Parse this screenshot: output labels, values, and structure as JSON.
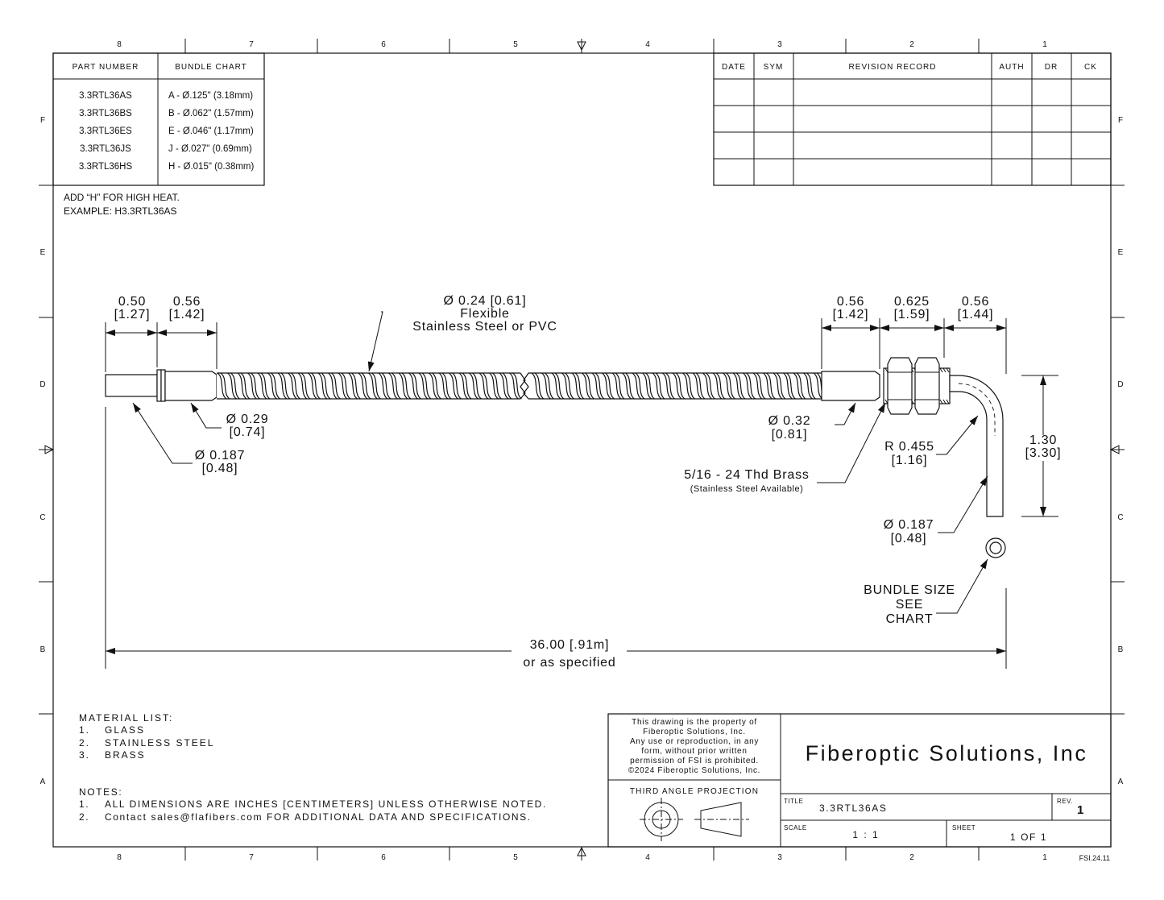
{
  "zone_columns": [
    "8",
    "7",
    "6",
    "5",
    "4",
    "3",
    "2",
    "1"
  ],
  "zone_rows": [
    "F",
    "E",
    "D",
    "C",
    "B",
    "A"
  ],
  "bundle_table": {
    "headers": [
      "PART NUMBER",
      "BUNDLE CHART"
    ],
    "rows": [
      [
        "3.3RTL36AS",
        "A - Ø.125\" (3.18mm)"
      ],
      [
        "3.3RTL36BS",
        "B - Ø.062\" (1.57mm)"
      ],
      [
        "3.3RTL36ES",
        "E - Ø.046\" (1.17mm)"
      ],
      [
        "3.3RTL36JS",
        "J  - Ø.027\" (0.69mm)"
      ],
      [
        "3.3RTL36HS",
        "H - Ø.015\" (0.38mm)"
      ]
    ]
  },
  "revision_table": {
    "headers": [
      "DATE",
      "SYM",
      "REVISION RECORD",
      "AUTH",
      "DR",
      "CK"
    ]
  },
  "high_heat_note": [
    "ADD “H” FOR HIGH HEAT.",
    "EXAMPLE: H3.3RTL36AS"
  ],
  "dims": {
    "d050": [
      "0.50",
      "[1.27]"
    ],
    "d056a": [
      "0.56",
      "[1.42]"
    ],
    "d024": [
      "Ø 0.24 [0.61]",
      "Flexible",
      "Stainless Steel or PVC"
    ],
    "d029": [
      "Ø 0.29",
      "[0.74]"
    ],
    "d0187a": [
      "Ø 0.187",
      "[0.48]"
    ],
    "d056b": [
      "0.56",
      "[1.42]"
    ],
    "d0625": [
      "0.625",
      "[1.59]"
    ],
    "d056c": [
      "0.56",
      "[1.44]"
    ],
    "d032": [
      "Ø 0.32",
      "[0.81]"
    ],
    "thread": [
      "5/16 - 24 Thd Brass",
      "(Stainless Steel Available)"
    ],
    "radius": [
      "R 0.455",
      "[1.16]"
    ],
    "d130": [
      "1.30",
      "[3.30]"
    ],
    "d0187b": [
      "Ø 0.187",
      "[0.48]"
    ],
    "bundle": [
      "BUNDLE SIZE",
      "SEE",
      "CHART"
    ],
    "length": [
      "36.00 [.91m]",
      "or as specified"
    ]
  },
  "material_list": {
    "title": "MATERIAL LIST:",
    "items": [
      [
        "1.",
        "GLASS"
      ],
      [
        "2.",
        "STAINLESS STEEL"
      ],
      [
        "3.",
        "BRASS"
      ]
    ]
  },
  "notes": {
    "title": "NOTES:",
    "items": [
      [
        "1.",
        "ALL DIMENSIONS ARE INCHES [CENTIMETERS] UNLESS OTHERWISE NOTED."
      ],
      [
        "2.",
        "Contact sales@flafibers.com FOR ADDITIONAL DATA AND SPECIFICATIONS."
      ]
    ]
  },
  "title_block": {
    "property_notice": [
      "This drawing is the property of",
      "Fiberoptic Solutions, Inc.",
      "Any use or reproduction, in any",
      "form, without prior written",
      "permission of FSI is prohibited.",
      "©2024 Fiberoptic Solutions, Inc."
    ],
    "projection_label": "THIRD ANGLE PROJECTION",
    "company": "Fiberoptic Solutions, Inc",
    "title_label": "TITLE",
    "title_value": "3.3RTL36AS",
    "rev_label": "REV.",
    "rev_value": "1",
    "scale_label": "SCALE",
    "scale_value": "1 : 1",
    "sheet_label": "SHEET",
    "sheet_value": "1  OF 1"
  },
  "doc_code": "FSI.24.11"
}
